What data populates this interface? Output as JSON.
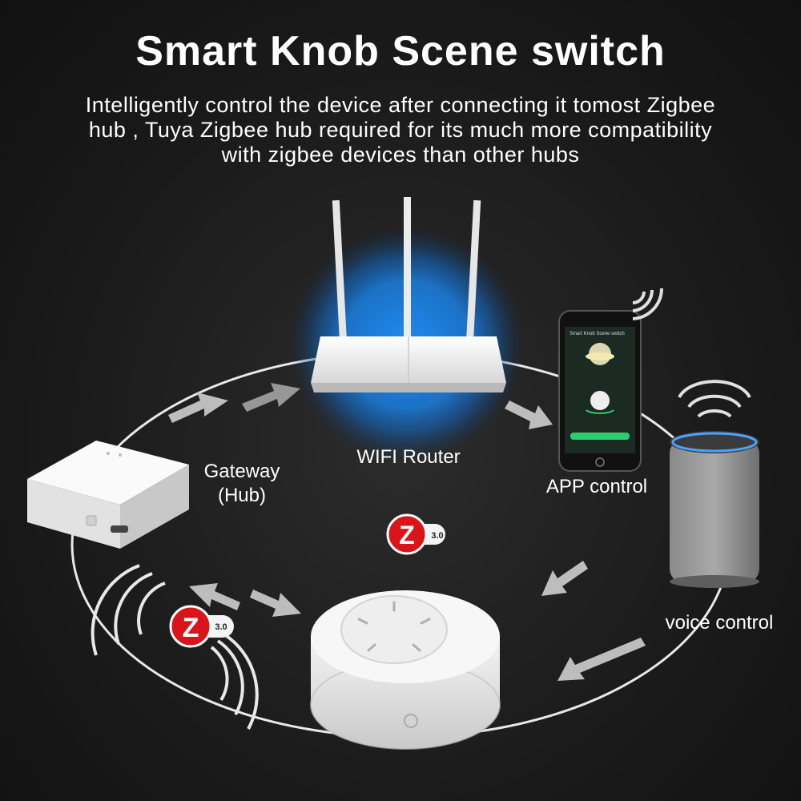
{
  "header": {
    "title": "Smart Knob Scene switch",
    "subtitle_lines": [
      "Intelligently control the device after connecting it tomost Zigbee",
      "hub , Tuya Zigbee hub required for its much more compatibility",
      "with zigbee devices than other hubs"
    ]
  },
  "labels": {
    "router": "WIFI Router",
    "gateway_line1": "Gateway",
    "gateway_line2": "(Hub)",
    "app": "APP control",
    "voice": "voice control"
  },
  "badges": {
    "zigbee_letter": "Z",
    "zigbee_version": "3.0"
  },
  "phone_screen": {
    "title": "Smart Knob Scene switch"
  },
  "colors": {
    "background": "#1a1a1a",
    "router_glow": "#1e90ff",
    "zigbee_red": "#d9141b",
    "phone_accent": "#2ecc71",
    "speaker_ring": "#4aa3ff"
  }
}
